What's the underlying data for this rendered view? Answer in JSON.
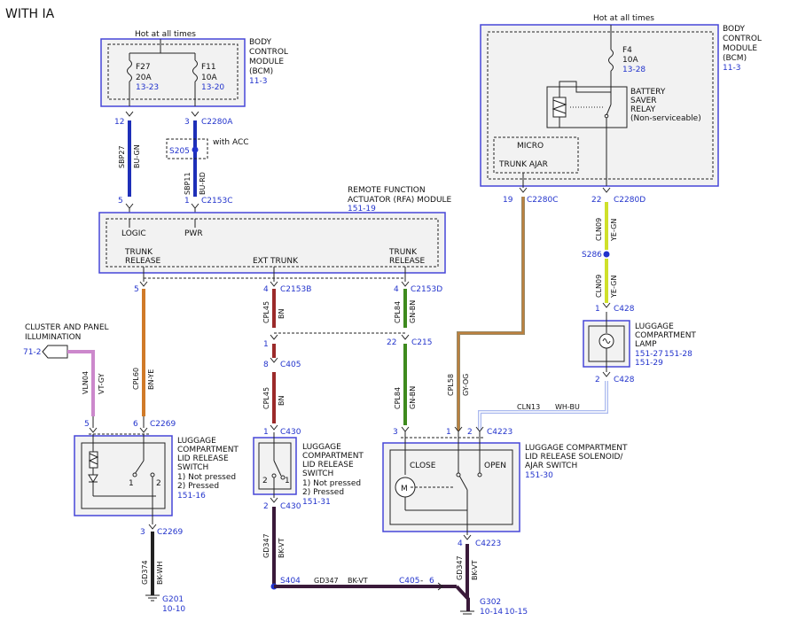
{
  "page_title": "WITH IA",
  "colors": {
    "module_border": "#4646d8",
    "blue": "#2233cc",
    "bu_gn": "#1e2fb8",
    "bu_rd": "#1e2fb8",
    "bn": "#9b2a2a",
    "bn_ye": "#d07a28",
    "gn_bn": "#3e8a1e",
    "ye_gn": "#cfe02a",
    "gy_og": "#9a8a66",
    "wh_bu": "#aab8ee",
    "vt_gy": "#cc88cc",
    "bk_wh": "#222222",
    "bk_vt": "#3a1a3a"
  },
  "bcm_left": {
    "hot": "Hot at all times",
    "title": [
      "BODY",
      "CONTROL",
      "MODULE",
      "(BCM)"
    ],
    "ref": "11-3",
    "fuse1": {
      "name": "F27",
      "rating": "20A",
      "ref": "13-23"
    },
    "fuse2": {
      "name": "F11",
      "rating": "10A",
      "ref": "13-20"
    },
    "pin_a": "12",
    "pin_b": "3",
    "conn": "C2280A",
    "splice": "S205",
    "with_acc": "with ACC",
    "circuit1": "SBP27",
    "color1": "BU-GN",
    "circuit2": "SBP11",
    "color2": "BU-RD"
  },
  "rfa": {
    "title": [
      "REMOTE FUNCTION",
      "ACTUATOR (RFA) MODULE"
    ],
    "ref": "151-19",
    "pin_logic": "5",
    "pin_pwr": "1",
    "conn_top": "C2153C",
    "logic": "LOGIC",
    "pwr": "PWR",
    "trunk_release_l": [
      "TRUNK",
      "RELEASE"
    ],
    "ext_trunk": "EXT TRUNK",
    "trunk_release_r": [
      "TRUNK",
      "RELEASE"
    ],
    "pin_a": "5",
    "pin_b": "4",
    "conn_b": "C2153B",
    "pin_d": "4",
    "conn_d": "C2153D"
  },
  "bcm_right": {
    "hot": "Hot at all times",
    "title": [
      "BODY",
      "CONTROL",
      "MODULE",
      "(BCM)"
    ],
    "ref": "11-3",
    "fuse": {
      "name": "F4",
      "rating": "10A",
      "ref": "13-28"
    },
    "relay": [
      "BATTERY",
      "SAVER",
      "RELAY",
      "(Non-serviceable)"
    ],
    "micro": "MICRO",
    "trunk_ajar": "TRUNK AJAR",
    "pin_a": "19",
    "conn_a": "C2280C",
    "pin_b": "22",
    "conn_b": "C2280D"
  },
  "lamp": {
    "circuit": "CLN09",
    "color": "YE-GN",
    "splice": "S286",
    "pin_in": "1",
    "conn_in": "C428",
    "title": [
      "LUGGAGE",
      "COMPARTMENT",
      "LAMP"
    ],
    "refs": [
      "151-27",
      "151-28",
      "151-29"
    ],
    "pin_out": "2",
    "conn_out": "C428",
    "out_circuit": "CLN13",
    "out_color": "WH-BU"
  },
  "cluster": {
    "title": [
      "CLUSTER AND PANEL",
      "ILLUMINATION"
    ],
    "ref": "71-2",
    "circuit": "VLN04",
    "color": "VT-GY"
  },
  "switch_left": {
    "pin_a": "5",
    "pin_b": "6",
    "conn": "C2269",
    "wire_circuit": "CPL60",
    "wire_color": "BN-YE",
    "title": [
      "LUGGAGE",
      "COMPARTMENT",
      "LID RELEASE",
      "SWITCH"
    ],
    "notes": [
      "1) Not pressed",
      "2) Pressed"
    ],
    "ref": "151-16",
    "pos1": "1",
    "pos2": "2",
    "out_pin": "3",
    "out_conn": "C2269",
    "out_circuit": "GD374",
    "out_color": "BK-WH",
    "ground": "G201",
    "ground_ref": "10-10"
  },
  "switch_mid": {
    "circuit": "CPL45",
    "color": "BN",
    "pin_1": "1",
    "pin_8": "8",
    "conn_405": "C405",
    "pin_in": "1",
    "conn_in": "C430",
    "title": [
      "LUGGAGE",
      "COMPARTMENT",
      "LID RELEASE",
      "SWITCH"
    ],
    "notes": [
      "1) Not pressed",
      "2) Pressed"
    ],
    "ref": "151-31",
    "pos1": "1",
    "pos2": "2",
    "out_pin": "2",
    "out_conn": "C430",
    "out_circuit": "GD347",
    "out_color": "BK-VT",
    "splice": "S404"
  },
  "solenoid": {
    "circuit": "CPL84",
    "color": "GN-BN",
    "pin_22": "22",
    "conn_215": "C215",
    "pin3": "3",
    "pin1": "1",
    "pin2": "2",
    "conn": "C4223",
    "title": [
      "LUGGAGE COMPARTMENT",
      "LID RELEASE SOLENOID/",
      "AJAR SWITCH"
    ],
    "ref": "151-30",
    "close": "CLOSE",
    "open": "OPEN",
    "motor": "M",
    "cpl58": "CPL58",
    "gy_og": "GY-OG",
    "out_pin": "4",
    "out_conn": "C4223",
    "out_circuit": "GD347",
    "out_color": "BK-VT",
    "ground": "G302",
    "ground_ref_a": "10-14",
    "ground_ref_b": "10-15"
  },
  "bottom": {
    "circuit": "GD347",
    "color": "BK-VT",
    "conn": "C405",
    "dash": "-",
    "pin": "6"
  }
}
